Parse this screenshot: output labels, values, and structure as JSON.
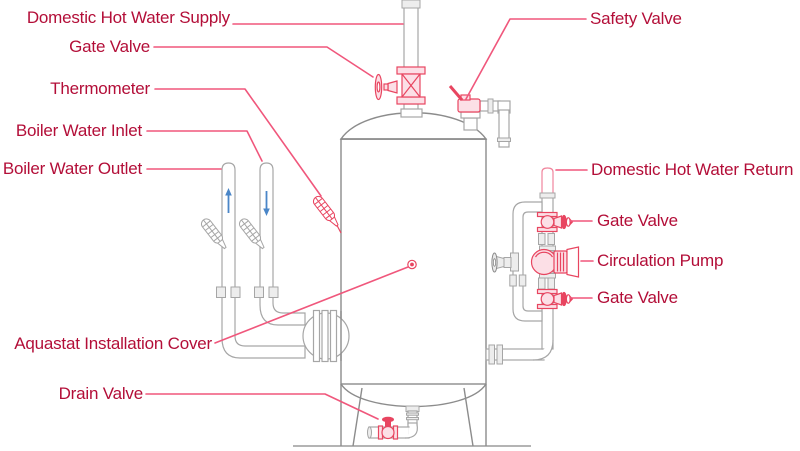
{
  "colors": {
    "label_text": "#b30e38",
    "leader_pink": "#f0577c",
    "component_red": "#e84560",
    "component_red_fill": "#fcdfe6",
    "pipe_gray": "#a6a6a6",
    "tank_gray": "#8c8c8c",
    "arrow_blue": "#4a86c8",
    "return_pipe_pink": "#f0849c"
  },
  "labels": {
    "dhw_supply": "Domestic Hot Water Supply",
    "gate_valve_top": "Gate Valve",
    "thermometer": "Thermometer",
    "boiler_water_inlet": "Boiler Water Inlet",
    "boiler_water_outlet": "Boiler Water Outlet",
    "safety_valve": "Safety Valve",
    "dhw_return": "Domestic Hot Water Return",
    "gate_valve_right_upper": "Gate Valve",
    "circulation_pump": "Circulation Pump",
    "gate_valve_right_lower": "Gate Valve",
    "aquastat_cover": "Aquastat Installation Cover",
    "drain_valve": "Drain Valve"
  }
}
